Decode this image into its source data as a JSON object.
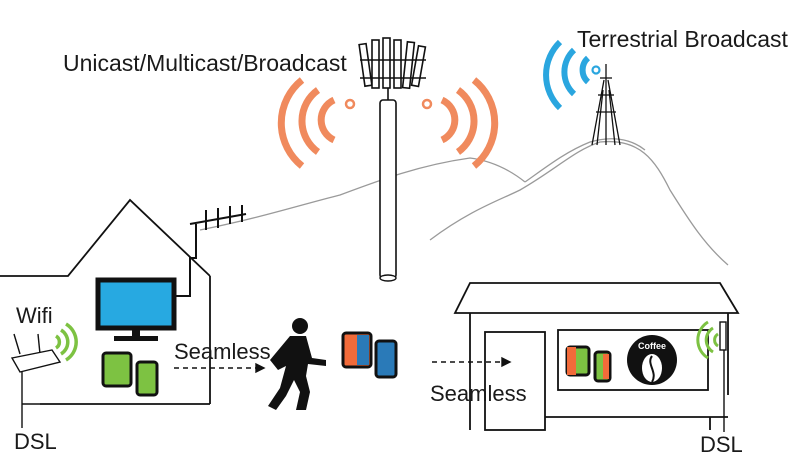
{
  "labels": {
    "unicast": "Unicast/Multicast/Broadcast",
    "terrestrial": "Terrestrial Broadcast",
    "wifi": "Wifi",
    "seamless_home": "Seamless",
    "seamless_cafe": "Seamless",
    "dsl_left": "DSL",
    "dsl_right": "DSL",
    "coffee_sign": "Coffee"
  },
  "colors": {
    "cell_signal": "#f08a5d",
    "broadcast_signal": "#2aa6df",
    "wifi_signal": "#7dc242",
    "tv_screen": "#27a9e1",
    "device_green": "#7dc242",
    "device_orange": "#f26b3a",
    "device_blue": "#2a7ab8",
    "outline": "#111111",
    "hill_line": "#9a9a9a"
  }
}
